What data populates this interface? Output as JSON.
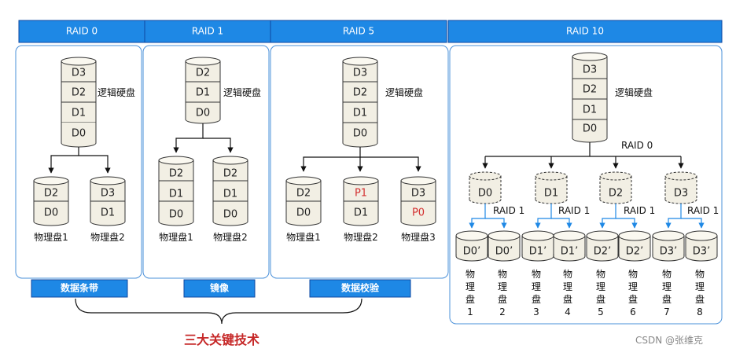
{
  "headers": [
    "RAID 0",
    "RAID 1",
    "RAID 5",
    "RAID 10"
  ],
  "logical_label": "逻辑硬盘",
  "physical_label_prefix": "物理盘",
  "raid0": {
    "logical": [
      "D3",
      "D2",
      "D1",
      "D0"
    ],
    "disks": [
      [
        "D2",
        "D0"
      ],
      [
        "D3",
        "D1"
      ]
    ],
    "disk_names": [
      "物理盘1",
      "物理盘2"
    ],
    "tag": "数据条带"
  },
  "raid1": {
    "logical": [
      "D2",
      "D1",
      "D0"
    ],
    "disks": [
      [
        "D2",
        "D1",
        "D0"
      ],
      [
        "D2",
        "D1",
        "D0"
      ]
    ],
    "disk_names": [
      "物理盘1",
      "物理盘2"
    ],
    "tag": "镜像"
  },
  "raid5": {
    "logical": [
      "D3",
      "D2",
      "D1",
      "D0"
    ],
    "disks": [
      [
        "D2",
        "D0"
      ],
      [
        "P1",
        "D1"
      ],
      [
        "D3",
        "P0"
      ]
    ],
    "disk_names": [
      "物理盘1",
      "物理盘2",
      "物理盘3"
    ],
    "tag": "数据校验"
  },
  "raid10": {
    "logical": [
      "D3",
      "D2",
      "D1",
      "D0"
    ],
    "raid0_label": "RAID 0",
    "mid": [
      "D0",
      "D1",
      "D2",
      "D3"
    ],
    "raid1_label": "RAID 1",
    "disks": [
      "D0’",
      "D0’",
      "D1’",
      "D1’",
      "D2’",
      "D2’",
      "D3’",
      "D3’"
    ],
    "disk_nums": [
      "1",
      "2",
      "3",
      "4",
      "5",
      "6",
      "7",
      "8"
    ],
    "disk_vertical_chars": [
      "物",
      "理",
      "盘"
    ]
  },
  "key_techs": "三大关键技术",
  "watermark": "CSDN @张维克",
  "colors": {
    "header_blue": "#1e88e5",
    "panel_border": "#4a90d9",
    "red": "#c62828"
  }
}
